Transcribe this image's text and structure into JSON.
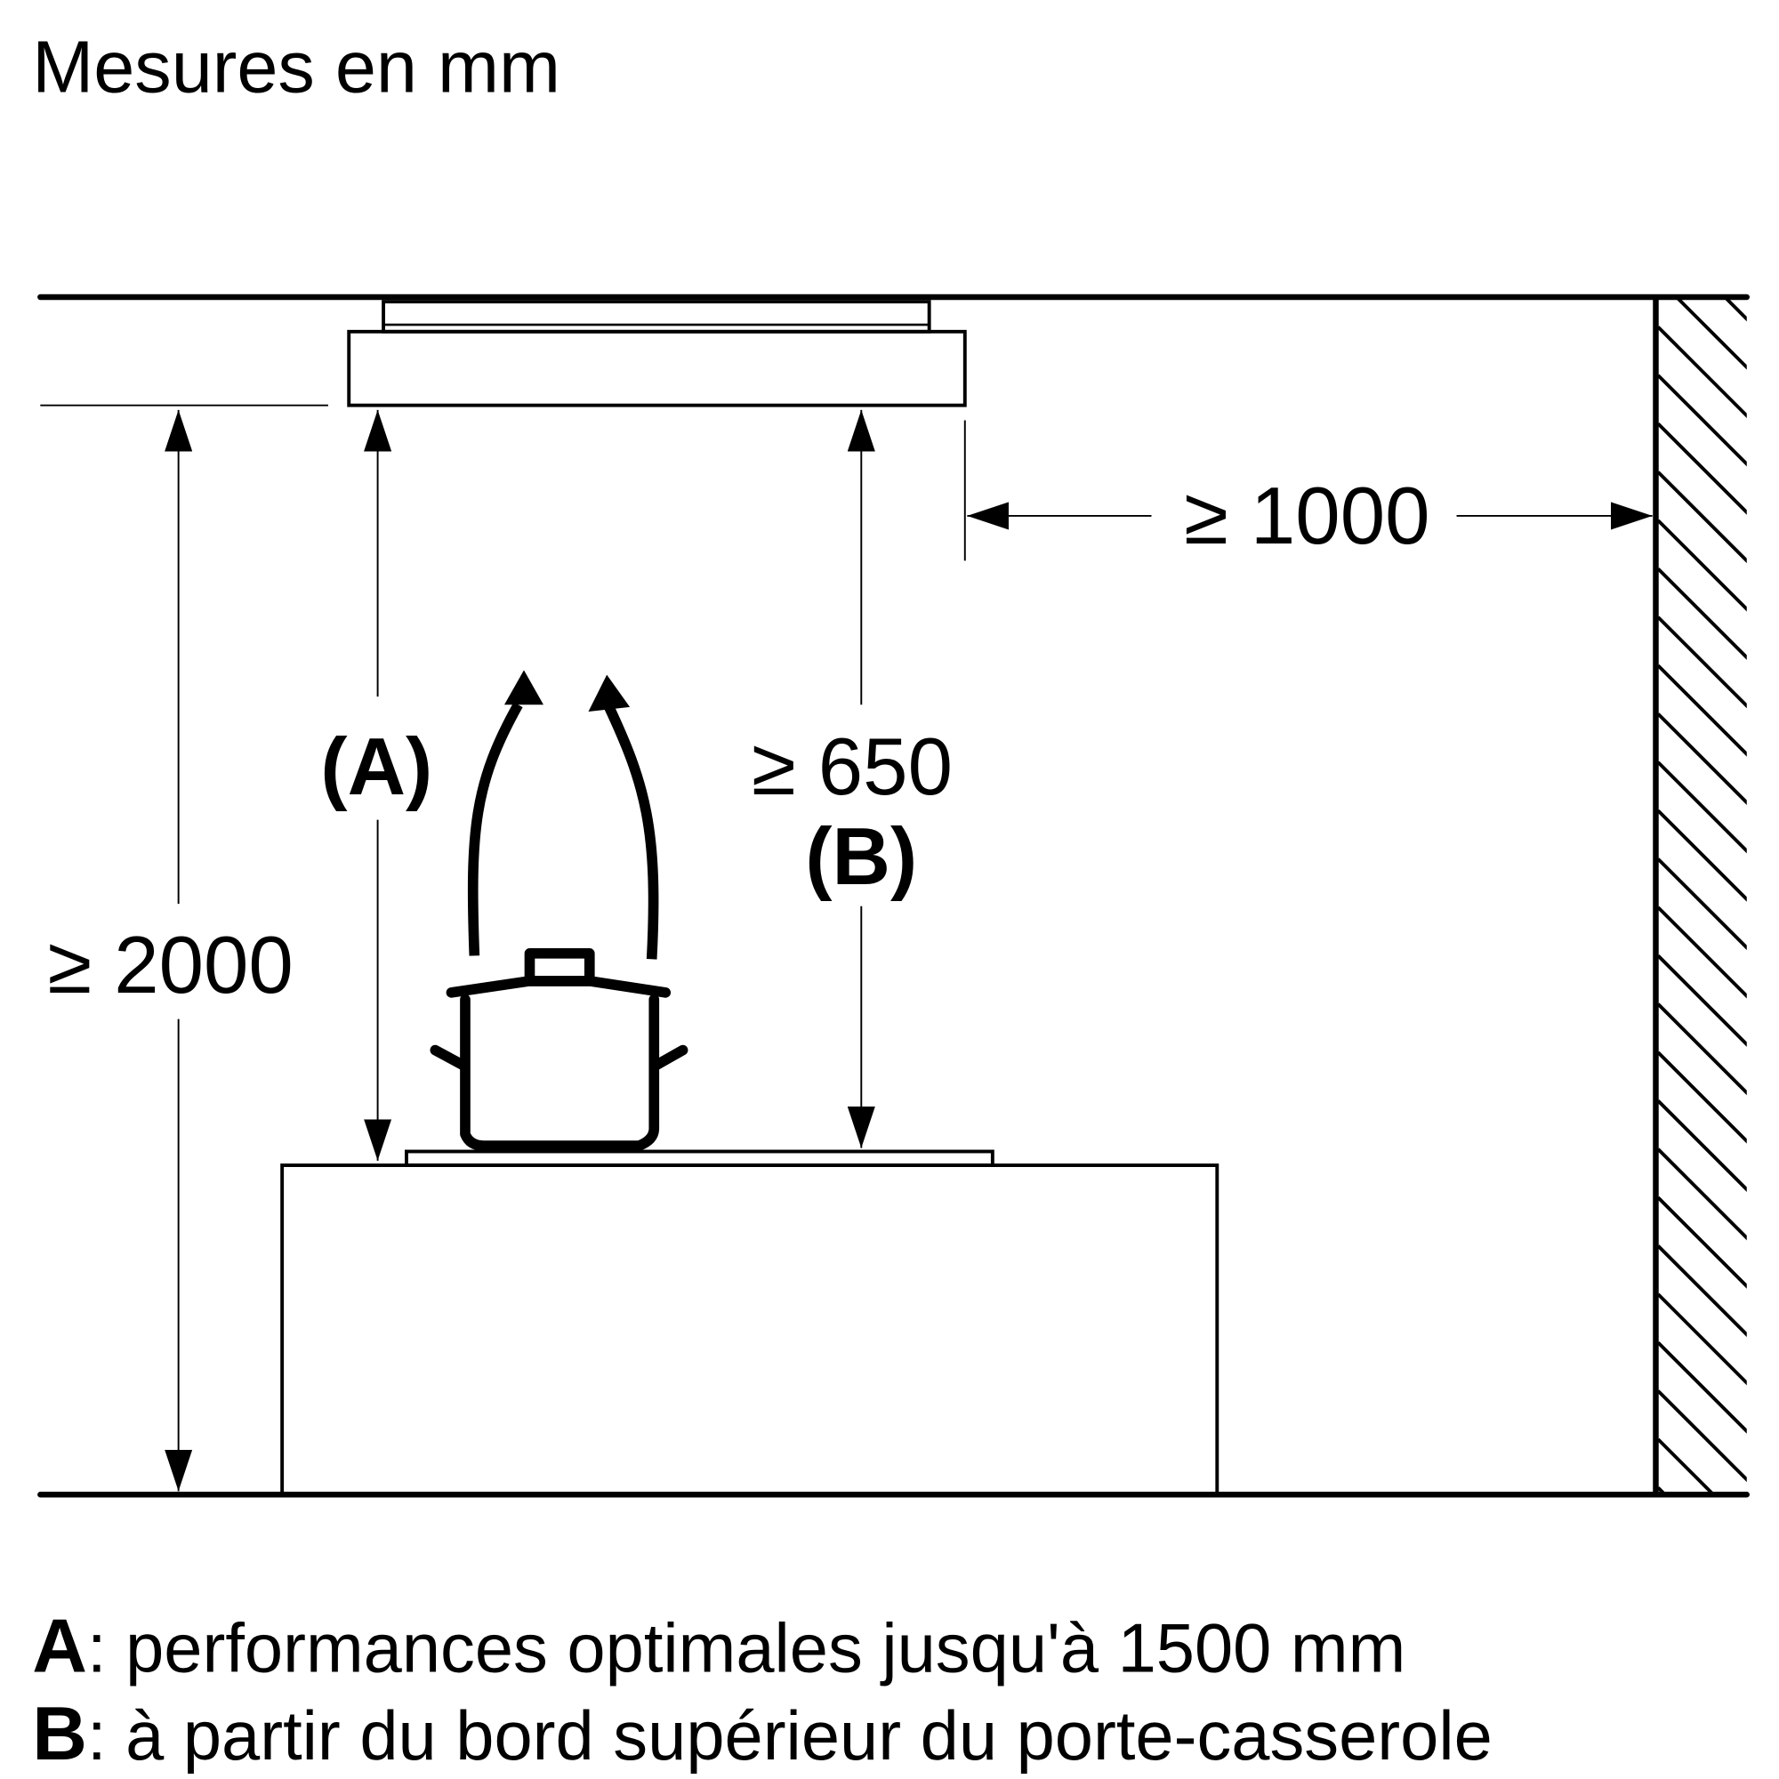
{
  "title": "Mesures en mm",
  "dimensions": {
    "total_height": "≥ 2000",
    "label_a": "(A)",
    "distance_b": "≥ 650",
    "label_b": "(B)",
    "wall_distance": "≥ 1000"
  },
  "legend": [
    {
      "key": "A",
      "text": ": performances optimales jusqu'à 1500 mm"
    },
    {
      "key": "B",
      "text": ": à partir du bord supérieur du porte-casserole"
    }
  ]
}
